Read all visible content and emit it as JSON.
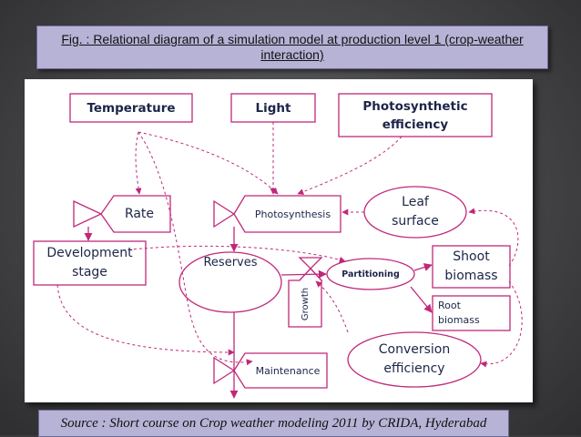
{
  "title": "Fig. : Relational diagram of a simulation model at production level 1 (crop-weather interaction)",
  "diagram": {
    "temperature": "Temperature",
    "light": "Light",
    "photosynthetic_efficiency": "Photosynthetic\nefficiency",
    "rate": "Rate",
    "photosynthesis": "Photosynthesis",
    "leaf_surface": "Leaf\nsurface",
    "development_stage": "Development\nstage",
    "reserves": "Reserves",
    "partitioning": "Partitioning",
    "shoot_biomass": "Shoot\nbiomass",
    "root_biomass": "Root\nbiomass",
    "growth": "Growth",
    "conversion_efficiency": "Conversion\nefficiency",
    "maintenance": "Maintenance"
  },
  "colors": {
    "box_stroke": "#c0287a",
    "arrow": "#c0287a",
    "text": "#1c2548",
    "title_bg": "#b7b3d6"
  },
  "source": "Source : Short course on Crop weather modeling 2011 by CRIDA, Hyderabad"
}
